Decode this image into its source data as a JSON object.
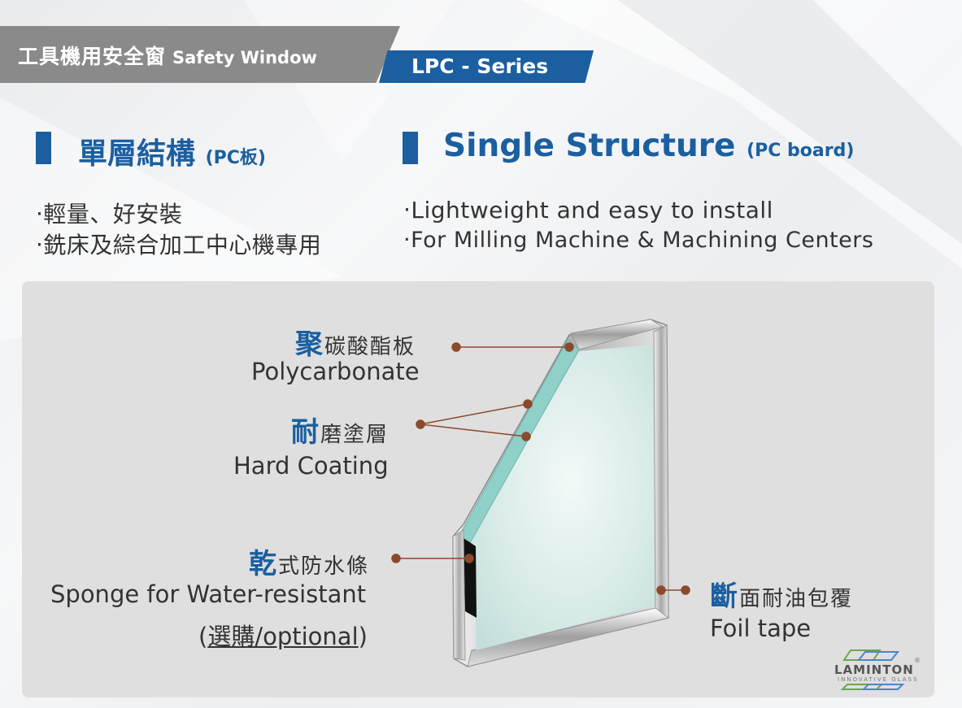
{
  "header": {
    "title_zh": "工具機用安全窗",
    "title_en": "Safety Window",
    "series": "LPC - Series"
  },
  "section_zh": {
    "heading": "單層結構",
    "heading_sub": "(PC板)",
    "bullets": [
      "‧輕量、好安裝",
      "‧銑床及綜合加工中心機專用"
    ]
  },
  "section_en": {
    "heading": "Single Structure",
    "heading_sub": "(PC board)",
    "bullets": [
      "‧Lightweight and easy to install",
      "‧For Milling Machine & Machining Centers"
    ]
  },
  "labels": {
    "polycarbonate": {
      "zh_first": "聚",
      "zh_rest": "碳酸酯板",
      "en": "Polycarbonate"
    },
    "hard_coating": {
      "zh_first": "耐",
      "zh_rest": "磨塗層",
      "en": "Hard Coating"
    },
    "sponge": {
      "zh_first": "乾",
      "zh_rest": "式防水條",
      "en": "Sponge for Water-resistant",
      "en_open": "(",
      "en_opt": "選購/optional",
      "en_close": ")"
    },
    "foil": {
      "zh_first": "斷",
      "zh_rest": "面耐油包覆",
      "en": "Foil tape"
    }
  },
  "logo": {
    "name": "LAMINTON",
    "tagline": "INNOVATIVE GLASS",
    "reg": "®"
  },
  "colors": {
    "brand_blue": "#1b5fa0",
    "banner_gray": "#8a8a8a",
    "leader_line": "#8b4a2b",
    "glass_edge": "#8fd0c8",
    "frame_silver": "#c9c9c9"
  }
}
